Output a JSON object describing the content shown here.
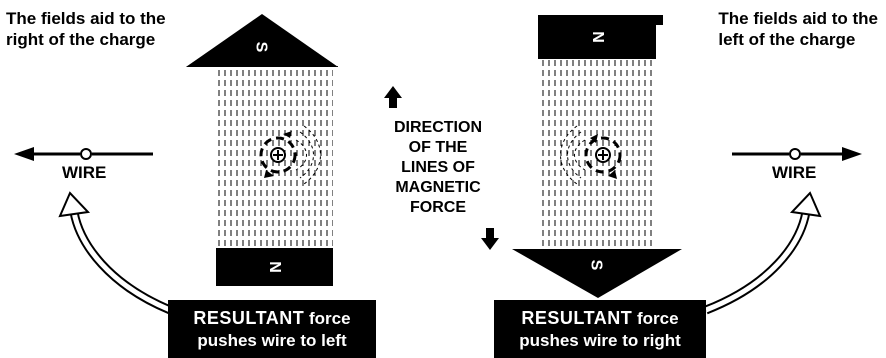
{
  "captions": {
    "left": [
      "The fields aid to the",
      "right of the charge"
    ],
    "right": [
      "The fields aid to the",
      "left of the charge"
    ]
  },
  "wire_label": "WIRE",
  "center_label": [
    "DIRECTION",
    "OF THE",
    "LINES OF",
    "MAGNETIC",
    "FORCE"
  ],
  "poles": {
    "left_top": "S",
    "left_bottom": "N",
    "right_top": "N",
    "right_bottom": "S"
  },
  "result_boxes": {
    "left": {
      "strong": "RESULTANT",
      "rest": "force",
      "line2": "pushes wire to left"
    },
    "right": {
      "strong": "RESULTANT",
      "rest": "force",
      "line2": "pushes wire to right"
    }
  },
  "colors": {
    "ink": "#000000",
    "paper": "#ffffff"
  }
}
